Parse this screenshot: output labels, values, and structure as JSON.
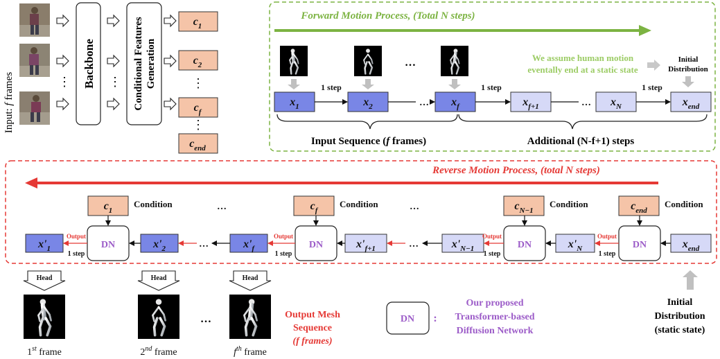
{
  "input": {
    "label_prefix": "Input: ",
    "label_var": "f",
    "label_suffix": " frames"
  },
  "backbone_label": "Backbone",
  "cond_gen_label_1": "Conditional Features",
  "cond_gen_label_2": "Generation",
  "cond_features": [
    {
      "base": "c",
      "sub": "1"
    },
    {
      "base": "c",
      "sub": "2"
    },
    {
      "base": "c",
      "sub": "f"
    },
    {
      "base": "c",
      "sub": "end"
    }
  ],
  "ellipsis": "⋮",
  "hdots": "…",
  "forward": {
    "title": "Forward Motion Process, (Total N steps)",
    "nodes": [
      {
        "base": "x",
        "sub": "1"
      },
      {
        "base": "x",
        "sub": "2"
      },
      {
        "base": "x",
        "sub": "f"
      },
      {
        "base": "x",
        "sub": "f+1"
      },
      {
        "base": "x",
        "sub": "N"
      },
      {
        "base": "x",
        "sub": "end"
      }
    ],
    "step_label": "1 step",
    "assume_line1": "We assume human motion",
    "assume_line2": "eventally end at a static state",
    "initial_line1": "Initial",
    "initial_line2": "Distribution",
    "input_seq_prefix": "Input Sequence (",
    "input_seq_var": "f",
    "input_seq_suffix": " frames)",
    "additional": "Additional (N-f+1) steps"
  },
  "reverse": {
    "title": "Reverse Motion Process, (total N steps)",
    "condition_label": "Condition",
    "dn_label": "DN",
    "output_label": "Output",
    "step_label": "1 step",
    "conditions": [
      {
        "base": "c",
        "sub": "1"
      },
      {
        "base": "c",
        "sub": "f"
      },
      {
        "base": "c",
        "sub": "N−1"
      },
      {
        "base": "c",
        "sub": "end"
      }
    ],
    "nodes": [
      {
        "base": "x'",
        "sub": "1"
      },
      {
        "base": "x'",
        "sub": "2"
      },
      {
        "base": "x'",
        "sub": "f"
      },
      {
        "base": "x'",
        "sub": "f+1"
      },
      {
        "base": "x'",
        "sub": "N−1"
      },
      {
        "base": "x'",
        "sub": "N"
      },
      {
        "base": "x",
        "sub": "end"
      }
    ]
  },
  "heads": {
    "label": "Head",
    "frames": [
      {
        "num": "1",
        "sup": "st",
        "word": " frame"
      },
      {
        "num": "2",
        "sup": "nd",
        "word": " frame"
      },
      {
        "num": "f",
        "sup": "th",
        "word": " frame"
      }
    ]
  },
  "output_mesh": {
    "line1": "Output Mesh",
    "line2": "Sequence",
    "line3": "(f frames)"
  },
  "legend": {
    "box": "DN",
    "colon": ":",
    "line1": "Our proposed",
    "line2": "Transformer-based",
    "line3": "Diffusion Network"
  },
  "initial_bottom": {
    "line1": "Initial",
    "line2": "Distribution",
    "line3": "(static state)"
  },
  "colors": {
    "green": "#7cb342",
    "red": "#e53935",
    "node_dark": "#7986e6",
    "node_light": "#d6d9f7",
    "cond_fill": "#f5c4a8",
    "purple": "#9c5cc8",
    "gray_arrow": "#c0c0c0"
  }
}
